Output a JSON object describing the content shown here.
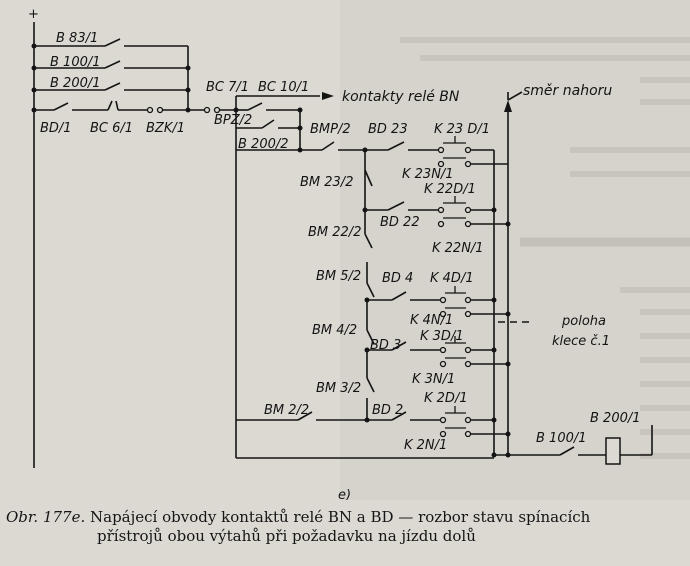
{
  "diagram": {
    "labels": {
      "b83": "B 83/1",
      "b100": "B 100/1",
      "b200": "B 200/1",
      "bd1": "BD/1",
      "bc6": "BC 6/1",
      "bzk": "BZK/1",
      "bc7": "BC 7/1",
      "bc10": "BC 10/1",
      "bpz": "BPZ/2",
      "b2002": "B 200/2",
      "bmp": "BMP/2",
      "bd23": "BD 23",
      "k23d": "K 23 D/1",
      "k23n": "K 23N/1",
      "k22d": "K 22D/1",
      "bm23": "BM 23/2",
      "bd22": "BD 22",
      "bm22": "BM 22/2",
      "k22n": "K 22N/1",
      "bm5": "BM 5/2",
      "bd4": "BD 4",
      "k4d": "K 4D/1",
      "k4n": "K 4N/1",
      "k3d": "K 3D/1",
      "bm4": "BM 4/2",
      "bd3": "BD 3",
      "k3n": "K 3N/1",
      "bm3": "BM 3/2",
      "k2d": "K 2D/1",
      "bm2": "BM 2/2",
      "bd2": "BD 2",
      "k2n": "K 2N/1",
      "b1001": "B 100/1",
      "b2001": "B 200/1",
      "plus": "+",
      "e": "e)"
    },
    "contacts_relay_bn": "kontakty relé BN",
    "direction_up": "směr nahoru",
    "cab_position": [
      "poloha",
      "klece č.1"
    ]
  },
  "caption": {
    "figure": "Obr. 177e.",
    "line1": "Napájecí obvody kontaktů relé BN a BD — rozbor stavu spínacích",
    "line2": "přístrojů obou výtahů při požadavku na jízdu dolů"
  }
}
